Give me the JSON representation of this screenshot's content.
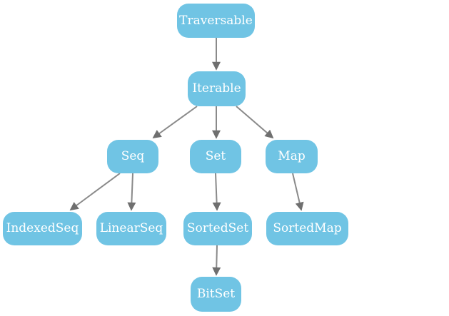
{
  "diagram": {
    "nodes": [
      {
        "id": "traversable",
        "label": "Traversable"
      },
      {
        "id": "iterable",
        "label": "Iterable"
      },
      {
        "id": "seq",
        "label": "Seq"
      },
      {
        "id": "set",
        "label": "Set"
      },
      {
        "id": "map",
        "label": "Map"
      },
      {
        "id": "indexedseq",
        "label": "IndexedSeq"
      },
      {
        "id": "linearseq",
        "label": "LinearSeq"
      },
      {
        "id": "sortedset",
        "label": "SortedSet"
      },
      {
        "id": "sortedmap",
        "label": "SortedMap"
      },
      {
        "id": "bitset",
        "label": "BitSet"
      }
    ],
    "edges": [
      {
        "from": "Traversable",
        "to": "Iterable"
      },
      {
        "from": "Iterable",
        "to": "Seq"
      },
      {
        "from": "Iterable",
        "to": "Set"
      },
      {
        "from": "Iterable",
        "to": "Map"
      },
      {
        "from": "Seq",
        "to": "IndexedSeq"
      },
      {
        "from": "Seq",
        "to": "LinearSeq"
      },
      {
        "from": "Set",
        "to": "SortedSet"
      },
      {
        "from": "Map",
        "to": "SortedMap"
      },
      {
        "from": "SortedSet",
        "to": "BitSet"
      }
    ],
    "colors": {
      "background": "#ffffff",
      "node_fill": "#70C4E4",
      "node_text": "#ffffff",
      "edge_line": "#8A8A8A",
      "edge_arrow": "#6F6F6F"
    }
  }
}
